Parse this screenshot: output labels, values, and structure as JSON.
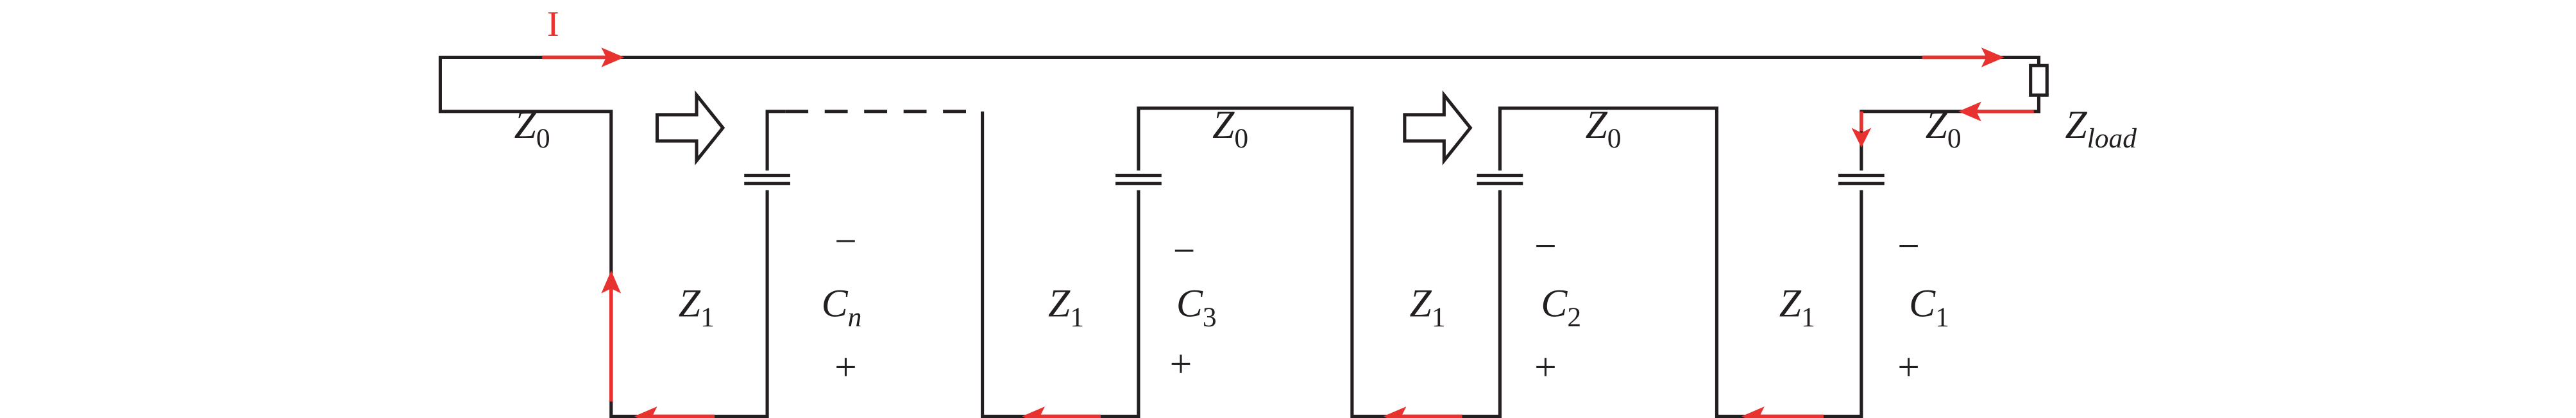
{
  "current_label": "I",
  "line_impedance": {
    "symbol": "Z",
    "subscript": "0"
  },
  "stage_impedance": {
    "symbol": "Z",
    "subscript": "1"
  },
  "load": {
    "symbol": "Z",
    "subscript": "load"
  },
  "capacitors": [
    {
      "symbol": "C",
      "subscript": "n"
    },
    {
      "symbol": "C",
      "subscript": "3"
    },
    {
      "symbol": "C",
      "subscript": "2"
    },
    {
      "symbol": "C",
      "subscript": "1"
    }
  ],
  "polarity": {
    "minus": "−",
    "plus": "+"
  },
  "colors": {
    "wire": "#231f20",
    "current": "#e8322f"
  }
}
